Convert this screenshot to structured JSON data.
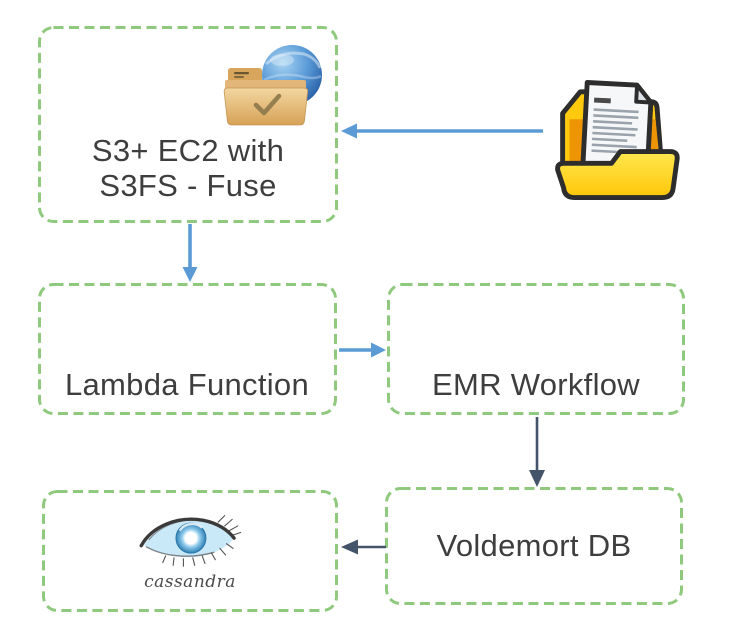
{
  "diagram": {
    "colors": {
      "box_border": "#8FC97E",
      "arrow_blue": "#5B9BD5",
      "arrow_dark": "#44546A",
      "label_text": "#3E3E3E",
      "cassandra_text": "#4A4A4A"
    },
    "nodes": {
      "s3_ec2": {
        "label_line1": "S3+ EC2 with",
        "label_line2": "S3FS - Fuse",
        "icon": "ftp-folder-globe-icon"
      },
      "source_files": {
        "icon": "open-folder-documents-icon"
      },
      "lambda": {
        "label": "Lambda Function"
      },
      "emr": {
        "label": "EMR Workflow"
      },
      "voldemort": {
        "label": "Voldemort DB"
      },
      "cassandra": {
        "label": "cassandra",
        "icon": "cassandra-eye-icon"
      }
    },
    "edges": [
      {
        "from": "source_files",
        "to": "s3_ec2",
        "direction": "left",
        "style": "blue"
      },
      {
        "from": "s3_ec2",
        "to": "lambda",
        "direction": "down",
        "style": "blue"
      },
      {
        "from": "lambda",
        "to": "emr",
        "direction": "right",
        "style": "blue"
      },
      {
        "from": "emr",
        "to": "voldemort",
        "direction": "down",
        "style": "dark"
      },
      {
        "from": "voldemort",
        "to": "cassandra",
        "direction": "left",
        "style": "dark"
      }
    ]
  }
}
